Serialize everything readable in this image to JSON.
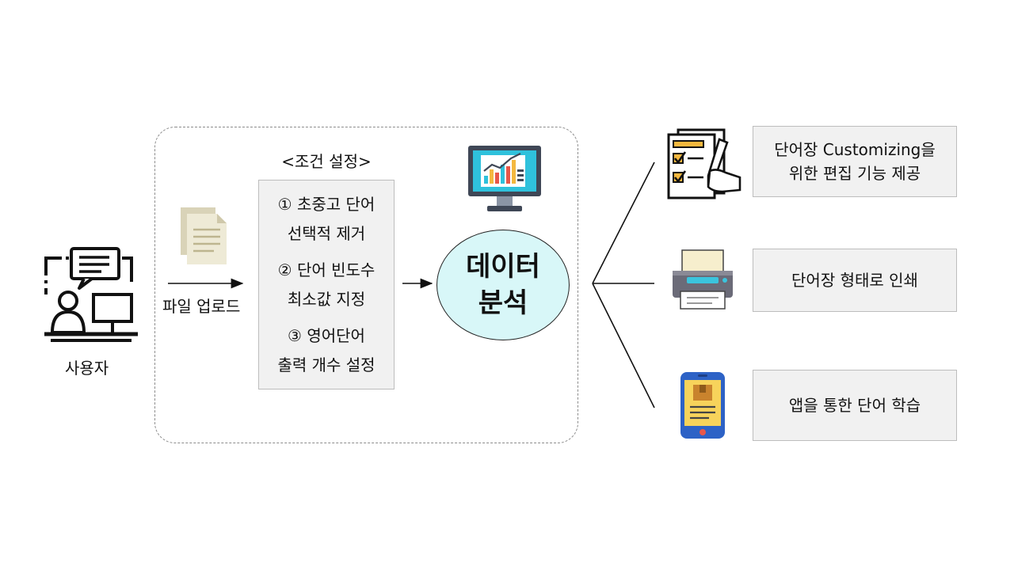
{
  "user": {
    "label": "사용자"
  },
  "upload": {
    "label": "파일 업로드"
  },
  "conditions": {
    "title": "<조건 설정>",
    "items": [
      {
        "line1": "① 초중고 단어",
        "line2": "선택적 제거"
      },
      {
        "line1": "② 단어 빈도수",
        "line2": "최소값 지정"
      },
      {
        "line1": "③ 영어단어",
        "line2": "출력 개수 설정"
      }
    ]
  },
  "analysis": {
    "line1": "데이터",
    "line2": "분석"
  },
  "outputs": [
    {
      "line1": "단어장 Customizing을",
      "line2": "위한 편집 기능 제공",
      "icon": "checklist-icon"
    },
    {
      "line1": "단어장 형태로 인쇄",
      "icon": "printer-icon"
    },
    {
      "line1": "앱을 통한 단어 학습",
      "icon": "mobile-app-icon"
    }
  ],
  "colors": {
    "ellipse_fill": "#d8f7f8",
    "box_fill": "#f1f1f1"
  }
}
